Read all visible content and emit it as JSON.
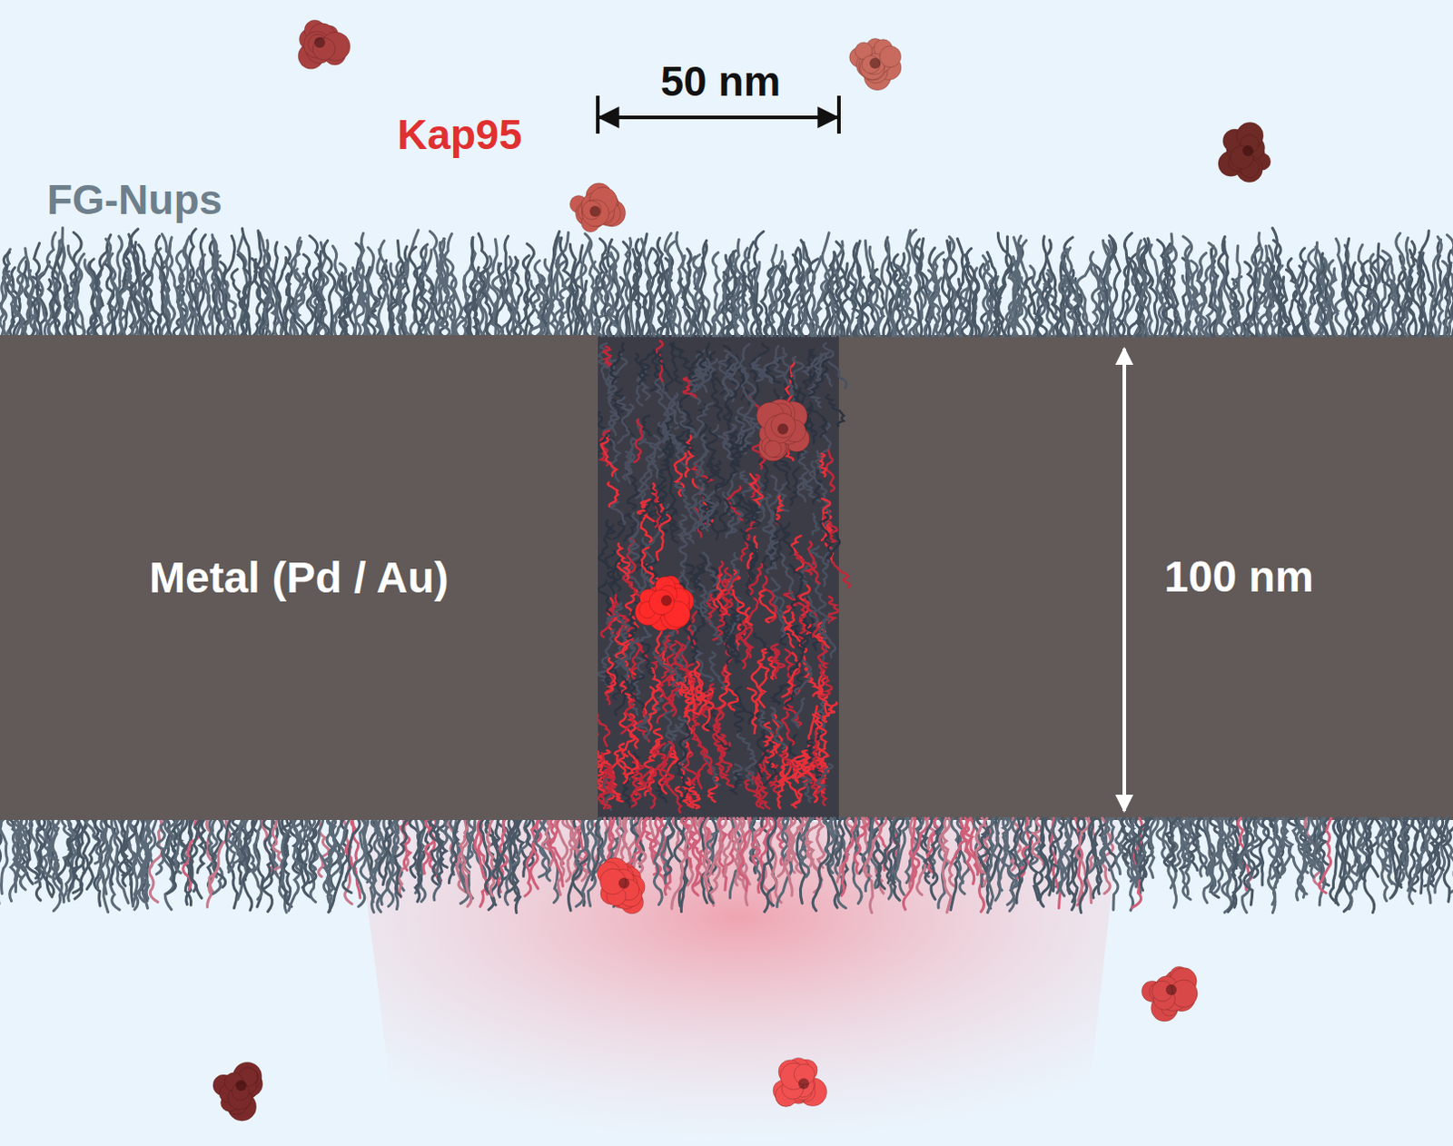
{
  "diagram": {
    "nodes": [
      {
        "text": [
          "Metal (Pd / Au)"
        ]
      }
    ],
    "labels": [
      "50 nm",
      "Kap95",
      "FG-Nups",
      "100 nm"
    ]
  }
}
